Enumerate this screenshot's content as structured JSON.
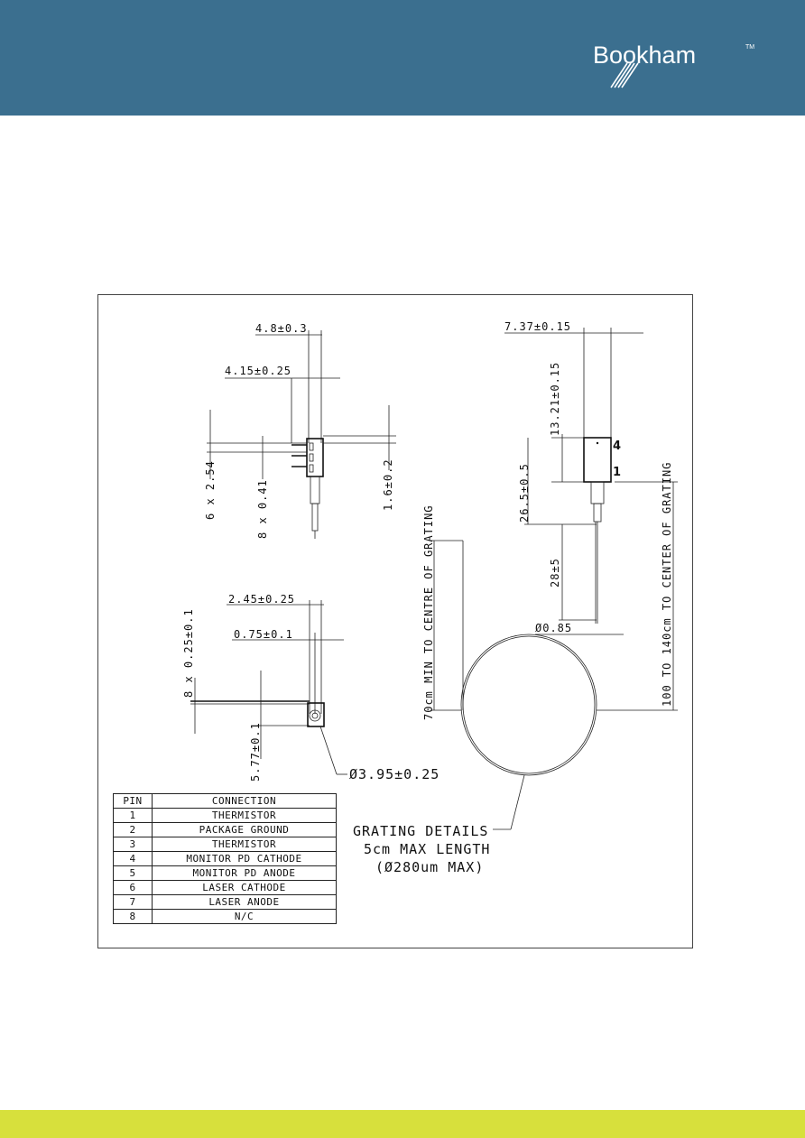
{
  "header": {
    "brand": "Bookham",
    "trademark": "TM",
    "background_color": "#3b6f8f"
  },
  "footer": {
    "bar_color": "#d7e03c"
  },
  "drawing": {
    "dimensions": {
      "top_width": "4.8±0.3",
      "pin_offset": "4.15±0.25",
      "pin_pitch": "6 x 2.54",
      "pin_width": "8 x 0.41",
      "pin_thickness": "1.6±0.2",
      "side_width": "2.45±0.25",
      "side_gap": "0.75±0.1",
      "lead_thickness": "8 x 0.25±0.1",
      "side_height": "5.77±0.1",
      "lens_diameter": "Ø3.95±0.25",
      "body_width": "7.37±0.15",
      "body_height": "13.21±0.15",
      "boot_length": "26.5±0.5",
      "fiber_section": "28±5",
      "fiber_diameter": "Ø0.85",
      "min_to_grating": "70cm MIN TO CENTRE OF GRATING",
      "range_to_grating": "100 TO 140cm TO CENTER OF GRATING",
      "pin_4_label": "4",
      "pin_1_label": "1"
    },
    "grating_details": {
      "line1": "GRATING DETAILS",
      "line2": "5cm MAX LENGTH",
      "line3": "(Ø280um MAX)"
    }
  },
  "pin_table": {
    "headers": [
      "PIN",
      "CONNECTION"
    ],
    "rows": [
      {
        "pin": "1",
        "connection": "THERMISTOR"
      },
      {
        "pin": "2",
        "connection": "PACKAGE GROUND"
      },
      {
        "pin": "3",
        "connection": "THERMISTOR"
      },
      {
        "pin": "4",
        "connection": "MONITOR PD CATHODE"
      },
      {
        "pin": "5",
        "connection": "MONITOR PD ANODE"
      },
      {
        "pin": "6",
        "connection": "LASER CATHODE"
      },
      {
        "pin": "7",
        "connection": "LASER ANODE"
      },
      {
        "pin": "8",
        "connection": "N/C"
      }
    ]
  }
}
